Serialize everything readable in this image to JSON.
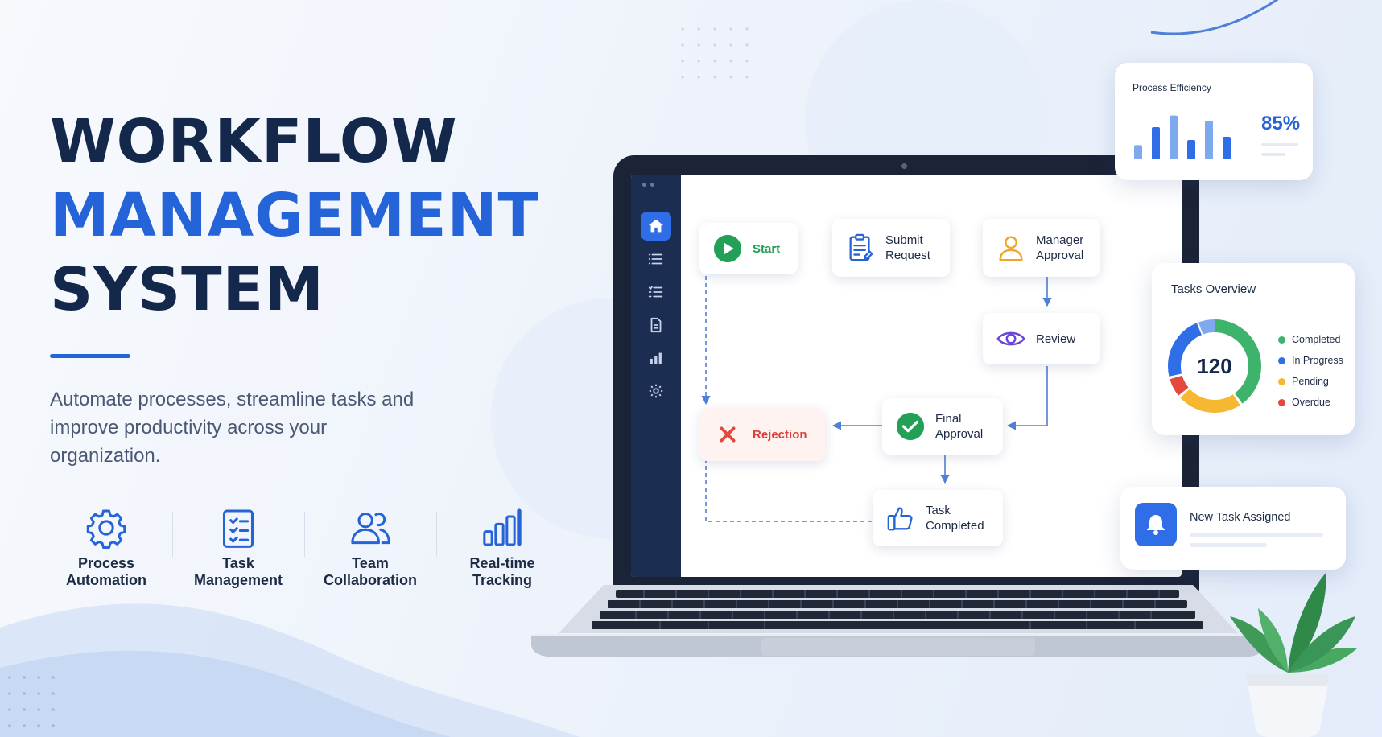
{
  "hero": {
    "line1": "WORKFLOW",
    "line2": "MANAGEMENT",
    "line3": "SYSTEM",
    "description": "Automate processes, streamline tasks and improve productivity across your organization."
  },
  "features": [
    {
      "label": "Process\nAutomation",
      "icon": "gear-icon"
    },
    {
      "label": "Task\nManagement",
      "icon": "clipboard-checklist-icon"
    },
    {
      "label": "Team\nCollaboration",
      "icon": "team-users-icon"
    },
    {
      "label": "Real-time\nTracking",
      "icon": "bar-chart-icon"
    }
  ],
  "sidebar": {
    "items": [
      "home-icon",
      "list-icon",
      "checklist-icon",
      "document-icon",
      "bar-chart-icon",
      "settings-icon"
    ]
  },
  "workflow": {
    "nodes": {
      "start": "Start",
      "submit": "Submit\nRequest",
      "manager": "Manager\nApproval",
      "review": "Review",
      "final": "Final\nApproval",
      "rejection": "Rejection",
      "completed": "Task\nCompleted"
    }
  },
  "efficiency": {
    "title": "Process Efficiency",
    "value": "85%",
    "bars": [
      0.22,
      0.5,
      0.68,
      0.3,
      0.6,
      0.35
    ]
  },
  "tasks": {
    "title": "Tasks Overview",
    "total": "120",
    "legend": [
      {
        "label": "Completed",
        "color": "#3db36b"
      },
      {
        "label": "In Progress",
        "color": "#2f6ee6"
      },
      {
        "label": "Pending",
        "color": "#f6b731"
      },
      {
        "label": "Overdue",
        "color": "#e5483c"
      }
    ]
  },
  "notification": {
    "title": "New Task Assigned"
  },
  "colors": {
    "accent": "#2563d8",
    "navy": "#14284b",
    "success": "#22a058",
    "danger": "#d9413a"
  }
}
